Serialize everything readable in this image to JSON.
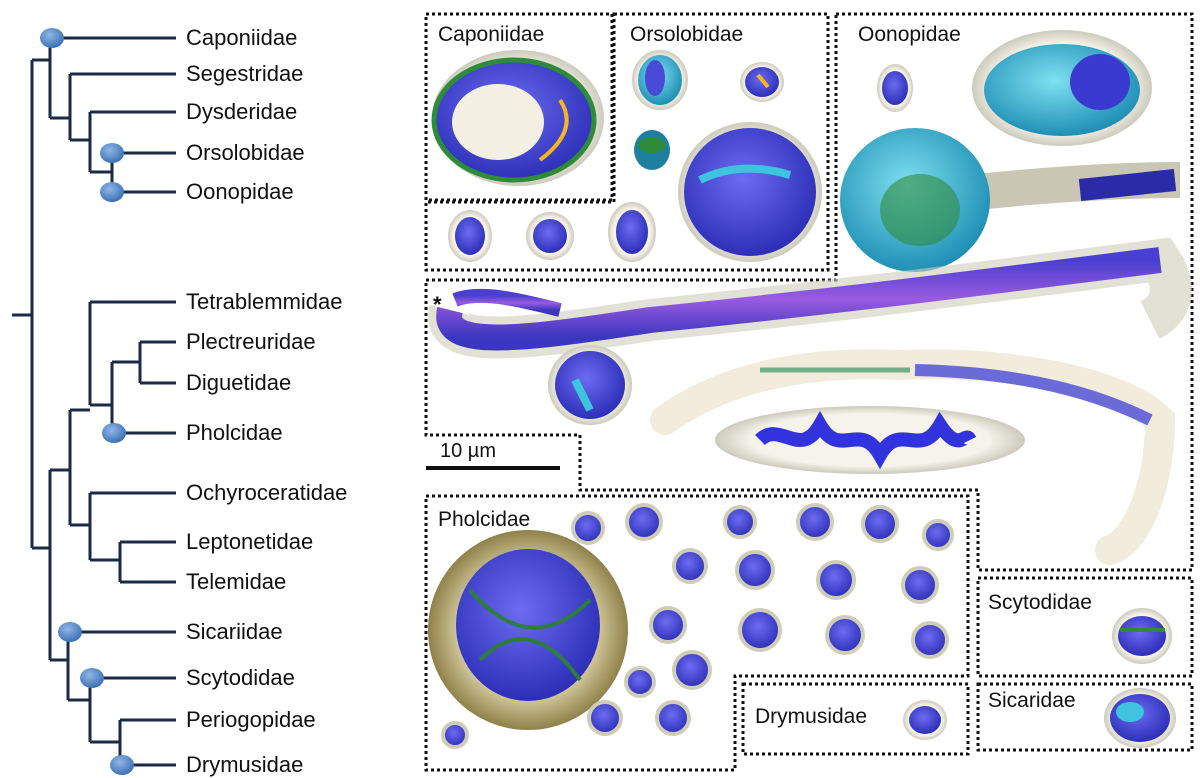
{
  "tree": {
    "taxa": [
      "Caponiidae",
      "Segestridae",
      "Dysderidae",
      "Orsolobidae",
      "Oonopidae",
      "Tetrablemmidae",
      "Plectreuridae",
      "Diguetidae",
      "Pholcidae",
      "Ochyroceratidae",
      "Leptonetidae",
      "Telemidae",
      "Sicariidae",
      "Scytodidae",
      "Periogopidae",
      "Drymusidae"
    ],
    "line_color": "#1b2a47",
    "node_color": "#4f86c6"
  },
  "panels": {
    "caponiidae": "Caponiidae",
    "orsolobidae": "Orsolobidae",
    "oonopidae": "Oonopidae",
    "pholcidae": "Pholcidae",
    "scytodidae": "Scytodidae",
    "drymusidae": "Drymusidae",
    "sicaridae": "Sicaridae"
  },
  "scale_bar": "10 µm",
  "asterisk": "*"
}
